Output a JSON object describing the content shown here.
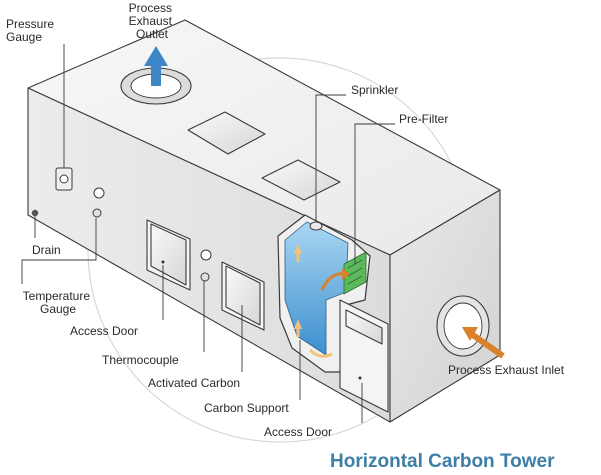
{
  "title": "Horizontal Carbon Tower",
  "labels": {
    "process_exhaust_outlet": [
      "Process",
      "Exhaust",
      "Outlet"
    ],
    "pressure_gauge": [
      "Pressure",
      "Gauge"
    ],
    "sprinkler": "Sprinkler",
    "pre_filter": "Pre-Filter",
    "drain": "Drain",
    "temperature_gauge": [
      "Temperature",
      "Gauge"
    ],
    "access_door_left": "Access Door",
    "thermocouple": "Thermocouple",
    "activated_carbon": "Activated Carbon",
    "carbon_support": "Carbon Support",
    "access_door_right": "Access Door",
    "process_exhaust_inlet": "Process Exhaust Inlet"
  },
  "colors": {
    "outline": "#3a3a3a",
    "box_face_top": "#f2f2f2",
    "box_face_front": "#e6e6e6",
    "box_face_end": "#dedede",
    "water_blue": "#4fa3d9",
    "filter_green": "#5cb85c",
    "arrow_inlet": "#d9822b",
    "arrow_outlet": "#3d86c6",
    "title": "#3d7fa6"
  }
}
